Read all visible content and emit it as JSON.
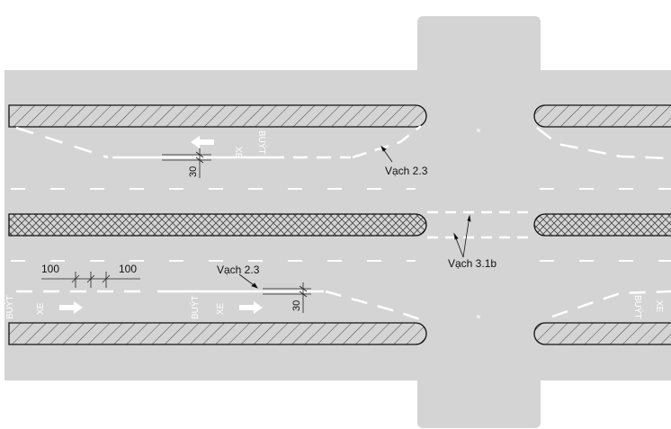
{
  "labels": {
    "vach_2_3_top": "Vạch 2.3",
    "vach_2_3_bottom": "Vạch 2.3",
    "vach_3_1b": "Vạch 3.1b"
  },
  "dimensions": {
    "dim_100_left": "100",
    "dim_100_right": "100",
    "dim_30_top": "30",
    "dim_30_bottom": "30"
  },
  "pavement_text": {
    "xe": "XE",
    "buyt": "BUÝT"
  },
  "colors": {
    "road": "#d4d4d4",
    "background": "#ffffff",
    "marking": "#ffffff",
    "linework": "#222222"
  }
}
